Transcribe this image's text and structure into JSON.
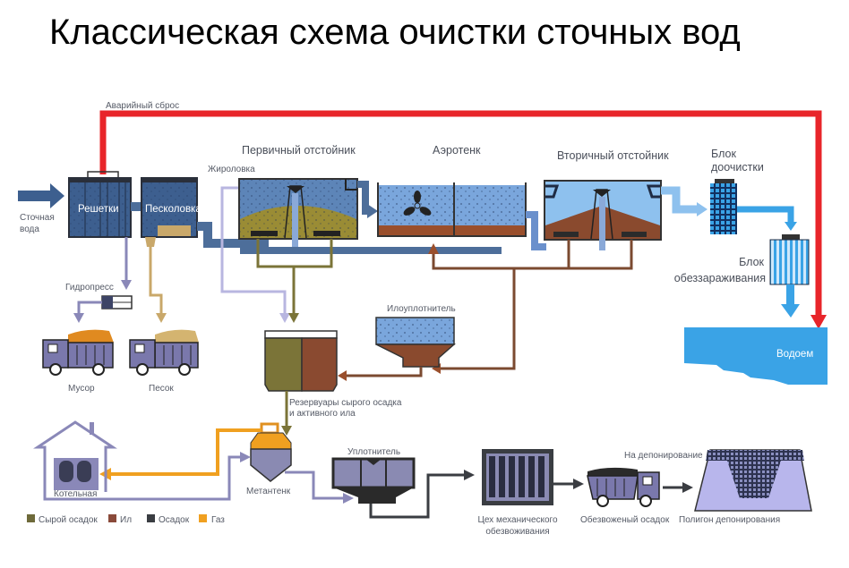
{
  "title": "Классическая схема очистки сточных вод",
  "labels": {
    "emergency_discharge": "Аварийный сброс",
    "wastewater_line1": "Сточная",
    "wastewater_line2": "вода",
    "screens": "Решетки",
    "sand_trap": "Песколовка",
    "grease_trap": "Жироловка",
    "primary_clarifier": "Первичный отстойник",
    "aerotank": "Аэротенк",
    "secondary_clarifier": "Вторичный отстойник",
    "post_treatment_line1": "Блок",
    "post_treatment_line2": "доочистки",
    "disinfection_line1": "Блок",
    "disinfection_line2": "обеззараживания",
    "water_body": "Водоем",
    "hydropress": "Гидропресс",
    "garbage": "Мусор",
    "sand": "Песок",
    "sludge_thickener": "Илоуплотнитель",
    "reservoirs_line1": "Резервуары сырого осадка",
    "reservoirs_line2": "и активного ила",
    "boiler_house": "Котельная",
    "methane_tank": "Метантенк",
    "thickener": "Уплотнитель",
    "mech_dewatering_line1": "Цех механического",
    "mech_dewatering_line2": "обезвоживания",
    "dewatered_sludge": "Обезвоженый осадок",
    "to_deposit": "На депонирование",
    "landfill": "Полигон депонирования"
  },
  "legend": [
    {
      "label": "Сырой осадок",
      "color": "#6e6a3a"
    },
    {
      "label": "Ил",
      "color": "#8a4a3a"
    },
    {
      "label": "Осадок",
      "color": "#3a3d42"
    },
    {
      "label": "Газ",
      "color": "#f0a020"
    }
  ],
  "colors": {
    "emergency": "#e8252a",
    "water_dark": "#3d5f8f",
    "water_light": "#7fb2e6",
    "clean_water": "#3aa3e6",
    "raw_sludge": "#7b7438",
    "active_sludge": "#7b4a30",
    "sediment": "#3a3d42",
    "gas": "#f0a020",
    "lilac": "#8a88b8"
  }
}
